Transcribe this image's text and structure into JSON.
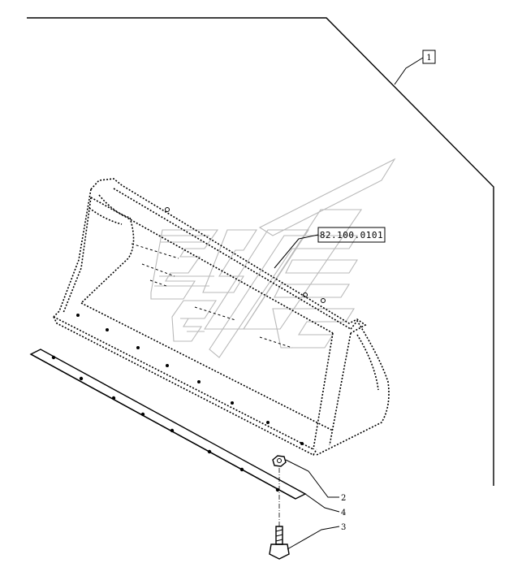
{
  "diagram": {
    "reference_box_label": "1",
    "section_callout": "82.100.0101",
    "part_labels": [
      "2",
      "4",
      "3"
    ]
  }
}
